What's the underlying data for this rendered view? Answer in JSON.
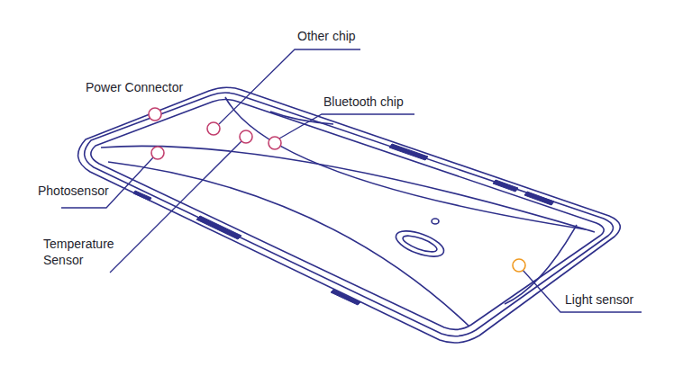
{
  "diagram": {
    "labels": [
      "Other chip",
      "Power Connector",
      "Bluetooth chip",
      "Photosensor",
      "Temperature Sensor",
      "Light sensor"
    ]
  }
}
